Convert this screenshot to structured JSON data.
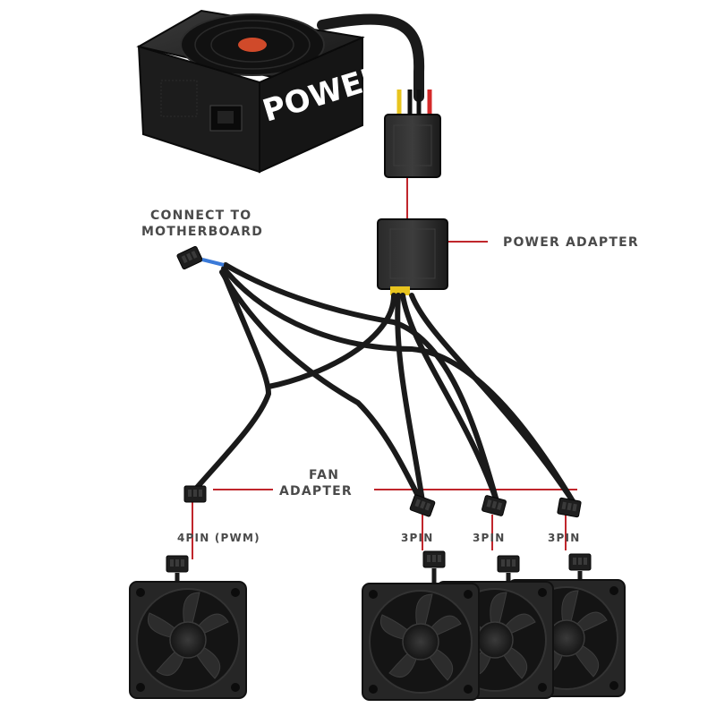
{
  "diagram": {
    "psu_brand": "POWER",
    "connect_line1": "CONNECT TO",
    "connect_line2": "MOTHERBOARD",
    "power_adapter": "POWER ADAPTER",
    "fan_adapter_line1": "FAN",
    "fan_adapter_line2": "ADAPTER",
    "pin_labels": [
      "4PIN (PWM)",
      "3PIN",
      "3PIN",
      "3PIN"
    ]
  },
  "colors": {
    "leader_line": "#c0262c",
    "cable": "#1a1a1a",
    "fan_body": "#262626",
    "psu_body": "#1c1c1c",
    "label_text": "#4a4a4a",
    "psu_fan_accent": "#d04a2a",
    "wire_red": "#d42a2a",
    "wire_yellow": "#e8c41e",
    "wire_blue": "#3a7ad8"
  },
  "icons": [
    "psu-icon",
    "molex-connector-icon",
    "fan-icon",
    "fan-connector-icon",
    "cable-icon"
  ]
}
